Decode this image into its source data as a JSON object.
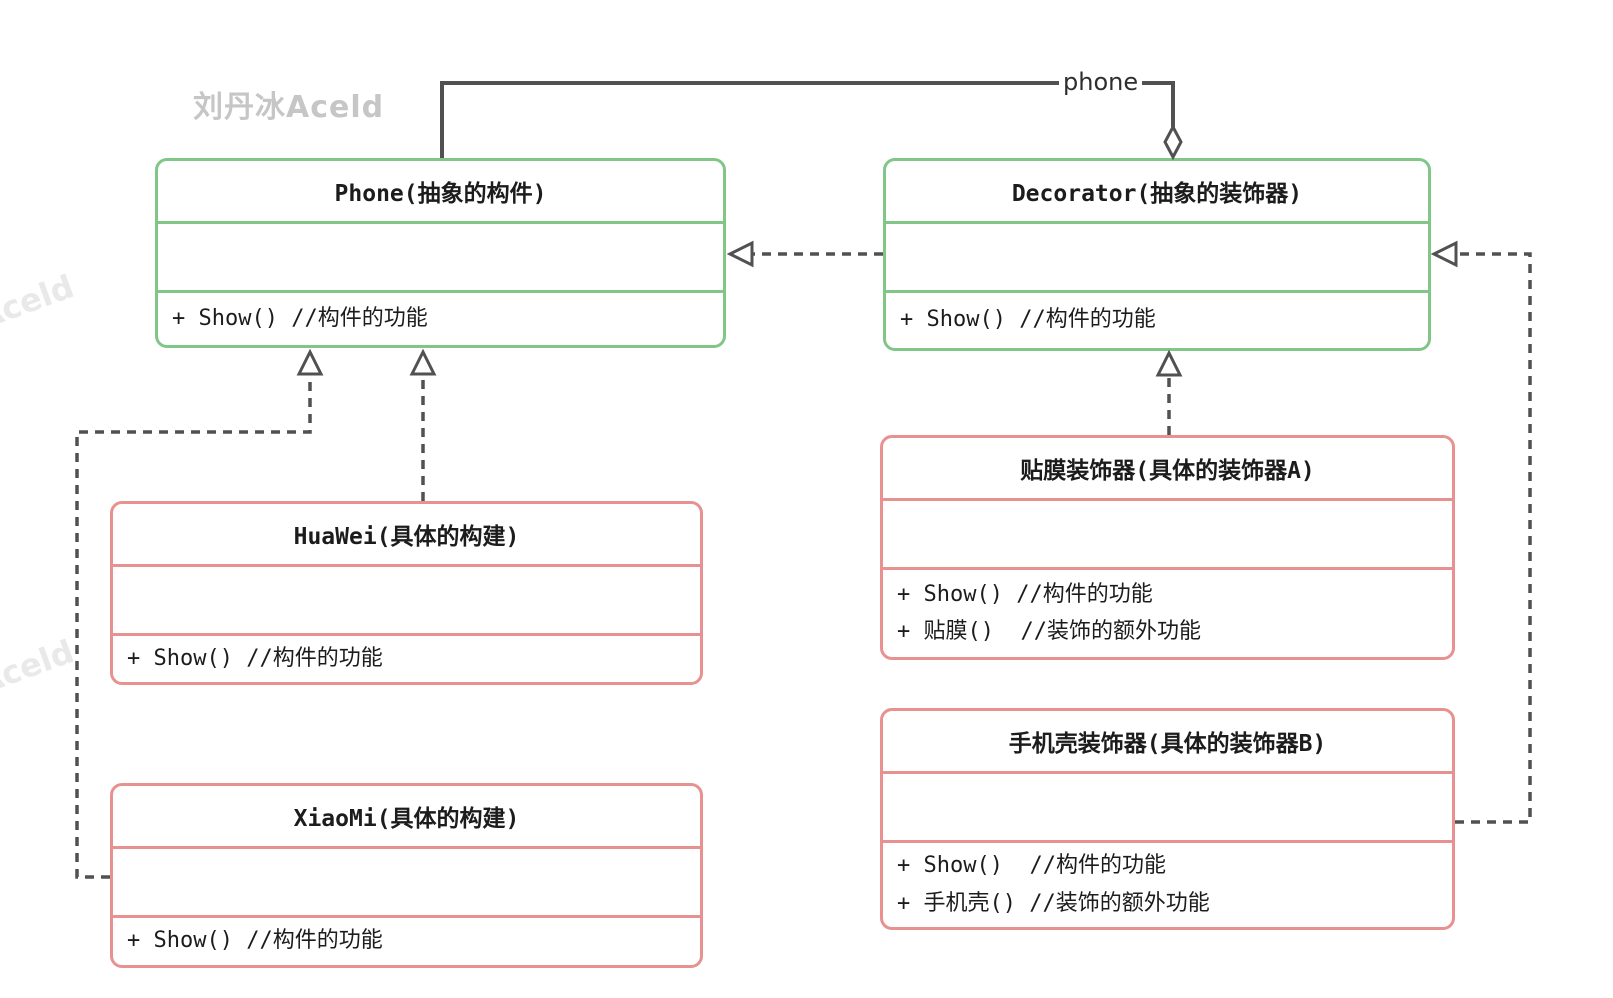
{
  "watermarks": {
    "main": "刘丹冰Aceld",
    "side": "Aceld"
  },
  "colors": {
    "abstract_class_border": "#82c687",
    "concrete_class_border": "#e89191",
    "connector_line": "#515151",
    "text": "#1c1c1c",
    "watermark_main": "#c6c6c6",
    "watermark_side": "#e9e9e9"
  },
  "relationships": {
    "aggregation_label": "phone"
  },
  "boxes": {
    "phone": {
      "title": "Phone(抽象的构件)",
      "methods": [
        "+ Show() //构件的功能"
      ]
    },
    "decorator": {
      "title": "Decorator(抽象的装饰器)",
      "methods": [
        "+ Show() //构件的功能"
      ]
    },
    "huawei": {
      "title": "HuaWei(具体的构建)",
      "methods": [
        "+ Show() //构件的功能"
      ]
    },
    "xiaomi": {
      "title": "XiaoMi(具体的构建)",
      "methods": [
        "+ Show() //构件的功能"
      ]
    },
    "film_decorator": {
      "title": "贴膜装饰器(具体的装饰器A)",
      "methods": [
        "+ Show() //构件的功能",
        "+ 贴膜()  //装饰的额外功能"
      ]
    },
    "case_decorator": {
      "title": "手机壳装饰器(具体的装饰器B)",
      "methods": [
        "+ Show()  //构件的功能",
        "+ 手机壳() //装饰的额外功能"
      ]
    }
  }
}
